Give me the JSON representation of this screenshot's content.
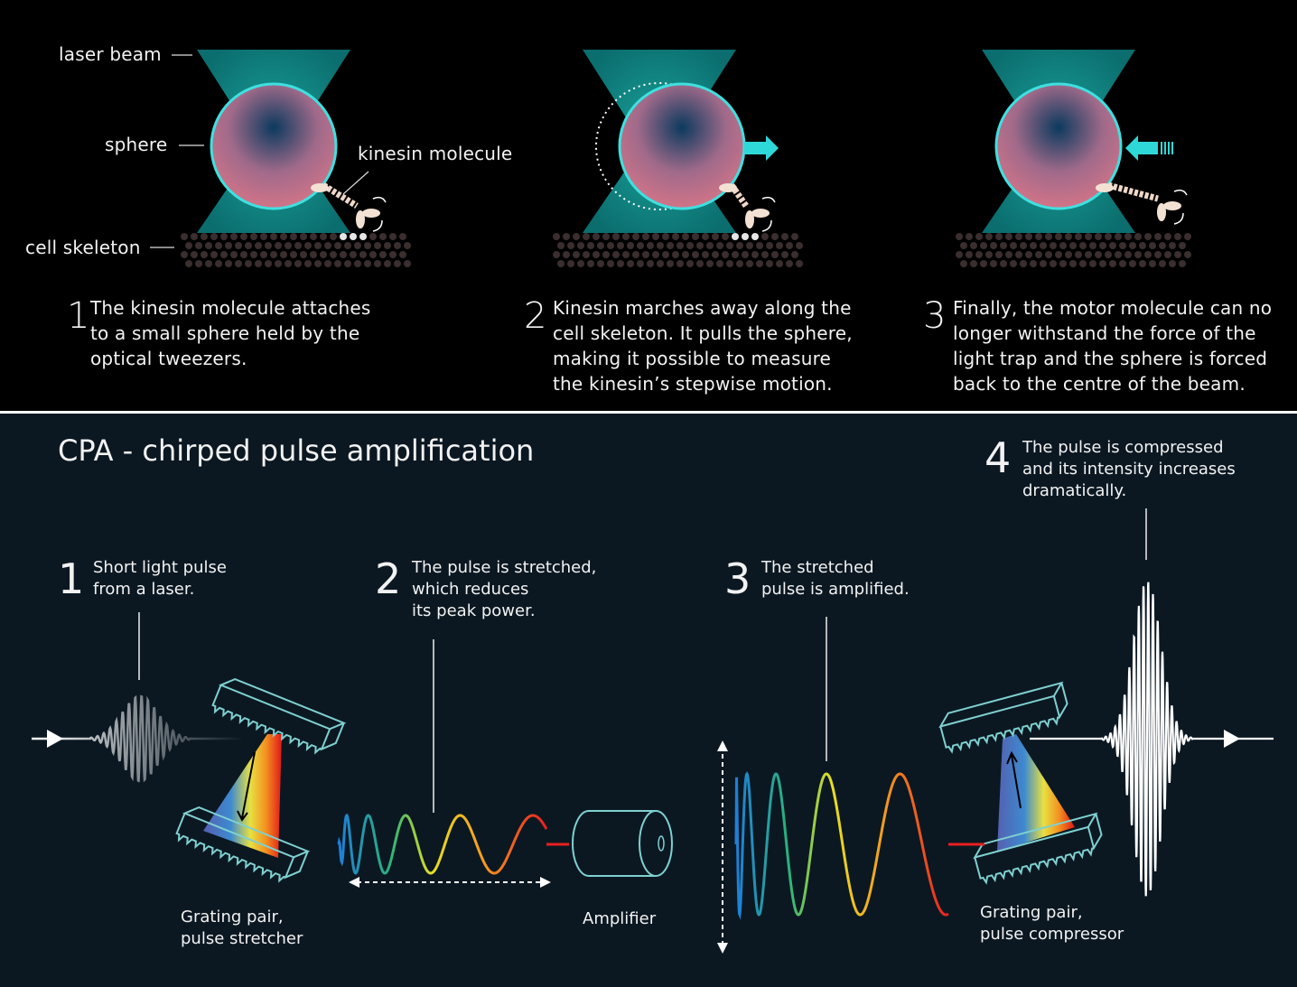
{
  "top": {
    "labels": {
      "laser_beam": "laser beam",
      "sphere": "sphere",
      "kinesin_molecule": "kinesin molecule",
      "cell_skeleton": "cell skeleton"
    },
    "steps": [
      {
        "number": "1",
        "text": "The kinesin molecule attaches\nto a small sphere held by the\noptical tweezers."
      },
      {
        "number": "2",
        "text": "Kinesin marches away along the\ncell skeleton. It pulls the sphere,\nmaking it possible to measure\nthe kinesin’s stepwise motion."
      },
      {
        "number": "3",
        "text": "Finally, the motor molecule can no\nlonger withstand the force of the\nlight trap and the sphere is forced\nback to the centre of the beam."
      }
    ]
  },
  "bottom": {
    "title": "CPA - chirped pulse amplification",
    "steps": [
      {
        "number": "1",
        "text": "Short light pulse\nfrom a laser."
      },
      {
        "number": "2",
        "text": "The pulse is stretched,\nwhich reduces\nits peak power."
      },
      {
        "number": "3",
        "text": "The stretched\npulse is amplified."
      },
      {
        "number": "4",
        "text": "The pulse is compressed\nand its intensity increases\ndramatically."
      }
    ],
    "labels": {
      "stretcher": "Grating pair,\npulse stretcher",
      "amplifier": "Amplifier",
      "compressor": "Grating pair,\npulse compressor"
    }
  },
  "colors": {
    "beam": "#0f9a93",
    "sphere_edge": "#3fe0e0",
    "sphere": "#cf7088",
    "grating": "#7fd0d0",
    "bg_bottom": "#0b1822"
  }
}
